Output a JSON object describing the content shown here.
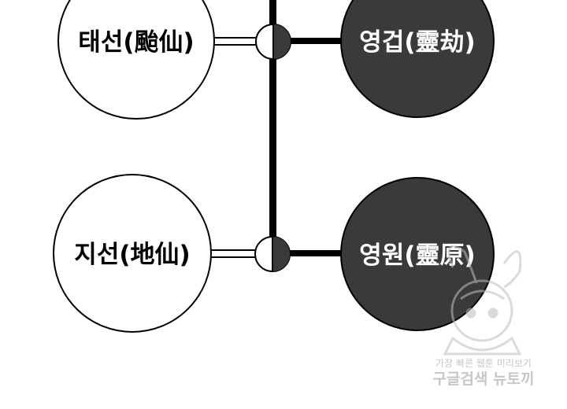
{
  "colors": {
    "background": "#ffffff",
    "line": "#000000",
    "dark_node_fill": "#3a3a3a",
    "light_node_fill": "#ffffff",
    "dark_node_text": "#ffffff",
    "light_node_text": "#000000",
    "watermark": "#c8c8c8"
  },
  "nodes": {
    "top_left": {
      "label": "태선(颱仙)"
    },
    "top_right": {
      "label": "영겁(靈劫)"
    },
    "bottom_left": {
      "label": "지선(地仙)"
    },
    "bottom_right": {
      "label": "영원(靈原)"
    }
  },
  "watermark": {
    "line1": "가장 빠른 웹툰 미리보기",
    "line2": "구글검색 뉴토끼"
  }
}
